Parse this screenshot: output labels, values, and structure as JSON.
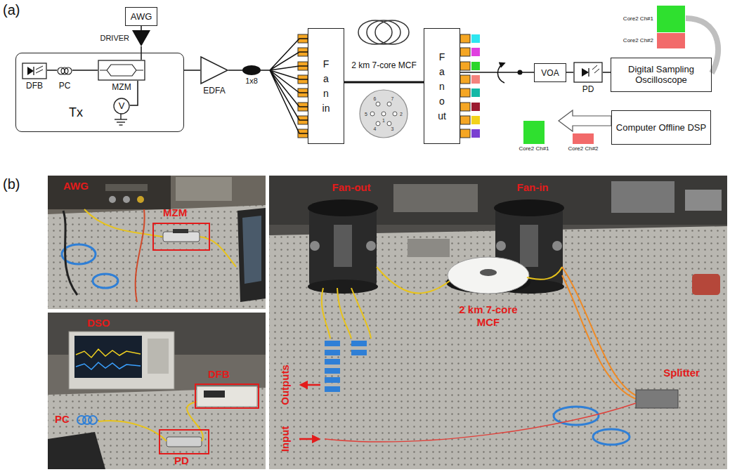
{
  "diagram": {
    "nodes": [
      {
        "text": [
          "AWG"
        ]
      },
      {
        "text": [
          "DRIVER"
        ]
      },
      {
        "text": [
          "Tx"
        ]
      },
      {
        "text": [
          "DFB"
        ],
        "in": 2
      },
      {
        "text": [
          "PC"
        ],
        "in": 2
      },
      {
        "text": [
          "MZM"
        ],
        "in": 2
      },
      {
        "text": [
          "V"
        ],
        "in": 2
      },
      {
        "text": [
          "EDFA"
        ]
      },
      {
        "text": [
          "1x8"
        ]
      },
      {
        "text": [
          "Fan in"
        ]
      },
      {
        "text": [
          "Fan out"
        ]
      },
      {
        "text": [
          "VOA"
        ]
      },
      {
        "text": [
          "PD"
        ]
      },
      {
        "text": [
          "Digital Sampling Oscilloscope"
        ]
      },
      {
        "text": [
          "Computer Offline DSP"
        ]
      }
    ],
    "edges": [
      {
        "from": 0,
        "to": 1,
        "arrow": "none"
      },
      {
        "from": 1,
        "to": 5,
        "arrow": "none"
      },
      {
        "from": 3,
        "to": 4,
        "arrow": "none"
      },
      {
        "from": 4,
        "to": 5,
        "arrow": "none"
      },
      {
        "from": 5,
        "to": 6,
        "arrow": "none"
      },
      {
        "from": 2,
        "to": 7,
        "arrow": "none"
      },
      {
        "from": 7,
        "to": 8,
        "arrow": "none"
      },
      {
        "from": 8,
        "to": 9,
        "arrow": "none"
      },
      {
        "from": 9,
        "to": 10,
        "label": "2 km 7-core MCF",
        "arrow": "none"
      },
      {
        "from": 10,
        "to": 11,
        "arrow": "none"
      },
      {
        "from": 11,
        "to": 12,
        "arrow": "none"
      },
      {
        "from": 12,
        "to": 13,
        "arrow": "none"
      }
    ],
    "labels": [
      "(a)",
      "6",
      "7",
      "5",
      "1",
      "2",
      "4",
      "3",
      "Core2 Ch#1",
      "Core2 Ch#2",
      "Core2 Ch#1",
      "Core2 Ch#2",
      "(b)",
      "AWG",
      "MZM",
      "DSO",
      "PC",
      "DFB",
      "PD",
      "Fan-out",
      "Fan-in",
      "2 km 7-core MCF",
      "Outputs",
      "Input",
      "Splitter"
    ]
  }
}
